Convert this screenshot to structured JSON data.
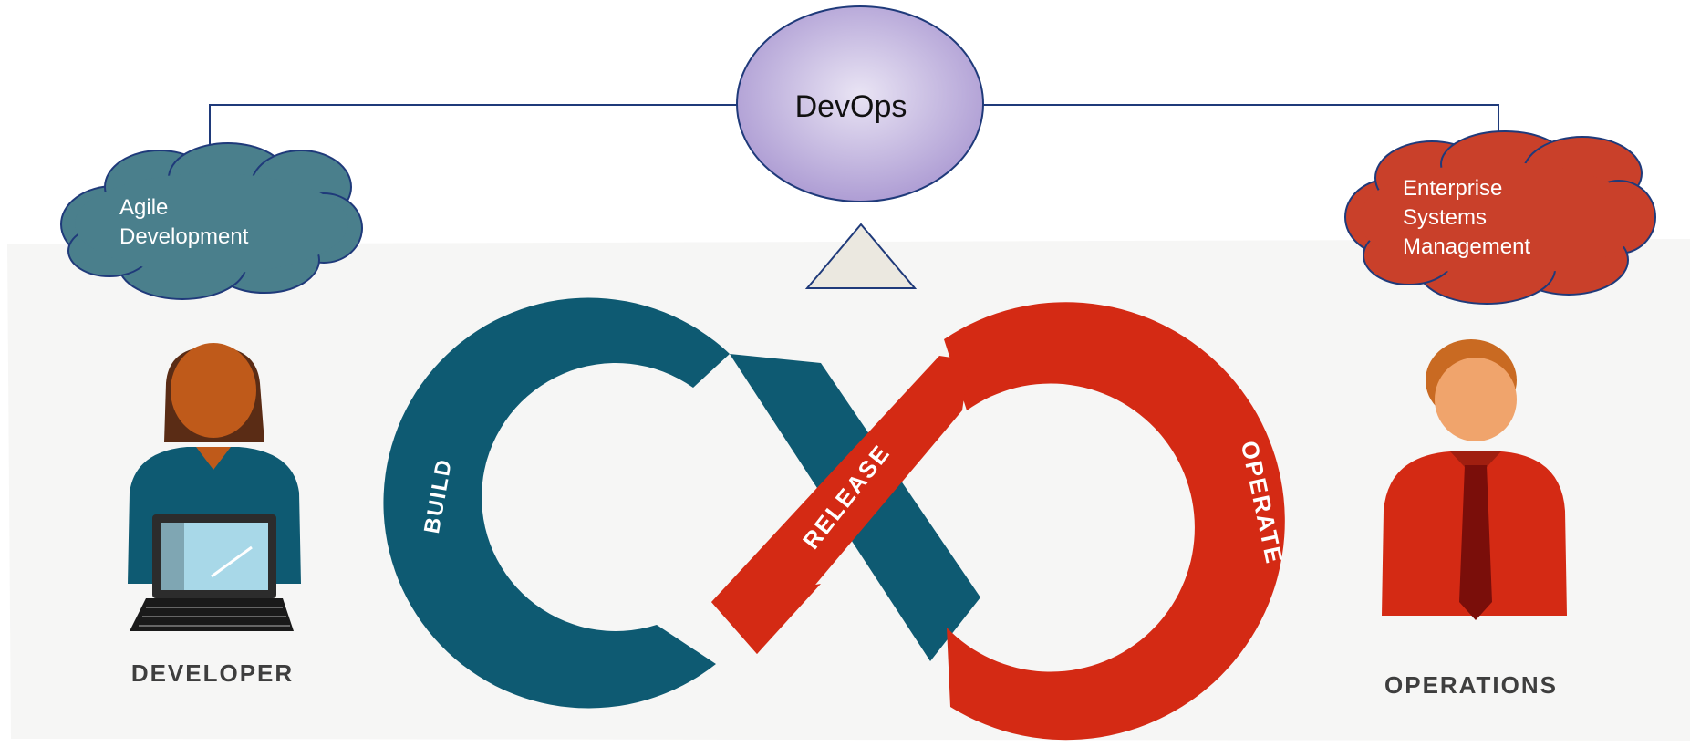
{
  "top": {
    "devops_label": "DevOps"
  },
  "clouds": {
    "agile": {
      "line1": "Agile",
      "line2": "Development"
    },
    "enterprise": {
      "line1": "Enterprise",
      "line2": "Systems",
      "line3": "Management"
    }
  },
  "loop": {
    "build": "BUILD",
    "release": "RELEASE",
    "operate": "OPERATE"
  },
  "people": {
    "developer": "DEVELOPER",
    "operations": "OPERATIONS"
  },
  "colors": {
    "teal": "#0e5a72",
    "red": "#d42a14",
    "cloud_teal": "#4a7f8c",
    "cloud_red": "#c9402a",
    "ellipse_purple": "#b2a3d6",
    "line_blue": "#1f3a7a",
    "panel_bg": "#f6f6f5",
    "label_gray": "#3e3e3e"
  }
}
